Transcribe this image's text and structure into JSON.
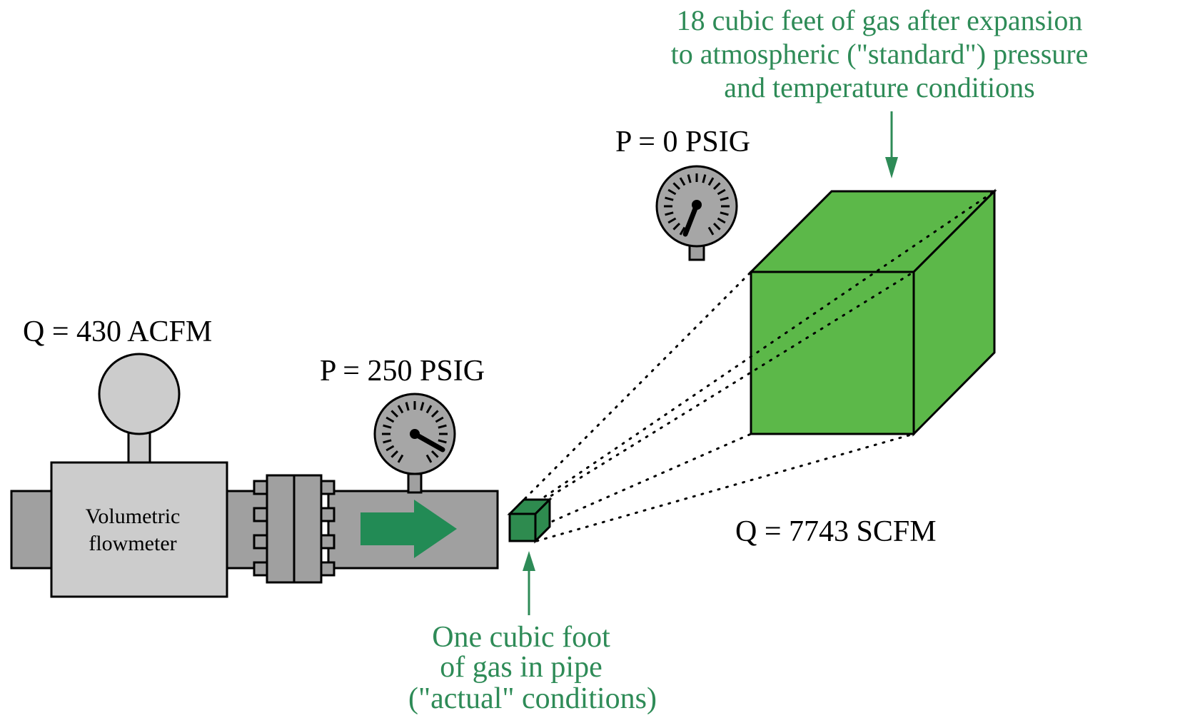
{
  "labels": {
    "flowmeter_reading": "Q = 430 ACFM",
    "pipe_pressure": "P = 250 PSIG",
    "atmospheric_pressure": "P = 0 PSIG",
    "standard_flow": "Q = 7743 SCFM",
    "flowmeter_name_line1": "Volumetric",
    "flowmeter_name_line2": "flowmeter"
  },
  "annotations": {
    "expanded_gas": [
      "18 cubic feet of gas after expansion",
      "to atmospheric (\"standard\") pressure",
      "and temperature conditions"
    ],
    "pipe_gas": [
      "One cubic foot",
      "of gas in pipe",
      "(\"actual\" conditions)"
    ]
  },
  "colors": {
    "annotation_green": "#2e8b57",
    "flow_arrow_green": "#228b55",
    "small_cube_green": "#2e8b4f",
    "large_cube_green": "#5cb849",
    "pipe_gray": "#a0a0a0",
    "meter_body_gray": "#cccccc",
    "gauge_face_gray": "#a6a6a6"
  }
}
